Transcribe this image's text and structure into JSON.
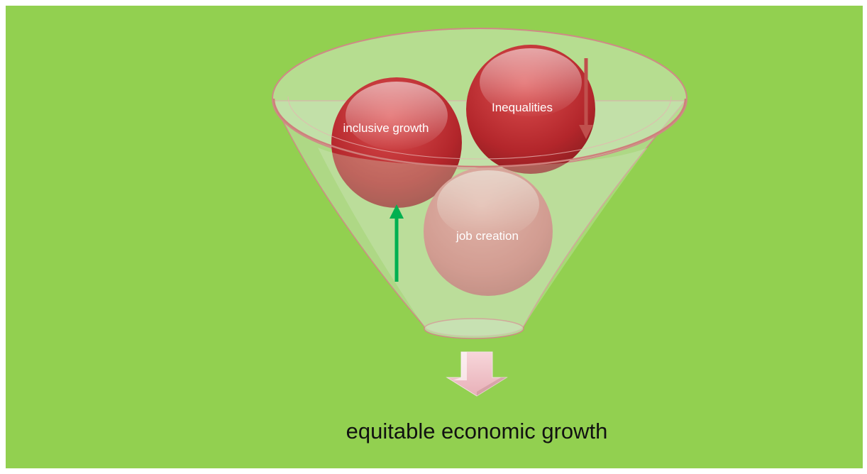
{
  "diagram": {
    "type": "funnel",
    "background_color": "#92d050",
    "inputs": [
      {
        "id": "inclusive-growth",
        "label": "inclusive growth",
        "color": "#c0282c",
        "trend": "up",
        "trend_color": "#00b050"
      },
      {
        "id": "inequalities",
        "label": "Inequalities",
        "color": "#c0282c",
        "trend": "down",
        "trend_color": "#c0504d"
      },
      {
        "id": "job-creation",
        "label": "job creation",
        "color": "#d98080"
      }
    ],
    "output": {
      "label": "equitable economic growth",
      "arrow_icon": "down-arrow-icon",
      "arrow_color": "#f2c6cc"
    }
  }
}
